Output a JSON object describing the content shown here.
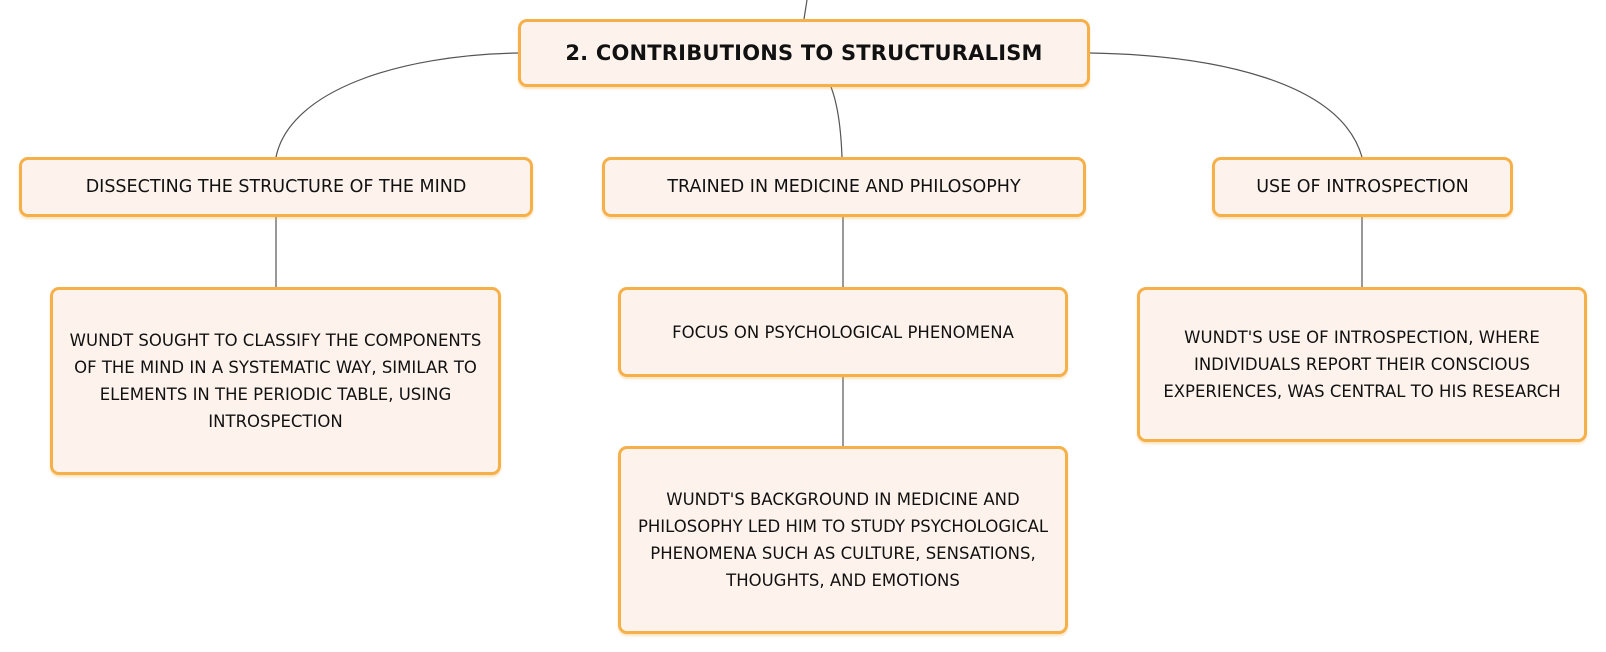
{
  "diagram": {
    "root": {
      "label": "2. CONTRIBUTIONS TO STRUCTURALISM"
    },
    "branches": [
      {
        "label": "DISSECTING THE STRUCTURE OF THE MIND",
        "details": [
          "WUNDT SOUGHT TO CLASSIFY THE COMPONENTS OF THE MIND IN A SYSTEMATIC WAY, SIMILAR TO ELEMENTS IN THE PERIODIC TABLE, USING INTROSPECTION"
        ]
      },
      {
        "label": "TRAINED IN MEDICINE AND PHILOSOPHY",
        "details": [
          "FOCUS ON PSYCHOLOGICAL PHENOMENA",
          "WUNDT'S BACKGROUND IN MEDICINE AND PHILOSOPHY LED HIM TO STUDY PSYCHOLOGICAL PHENOMENA SUCH AS CULTURE, SENSATIONS, THOUGHTS, AND EMOTIONS"
        ]
      },
      {
        "label": "USE OF INTROSPECTION",
        "details": [
          "WUNDT'S USE OF INTROSPECTION, WHERE INDIVIDUALS REPORT THEIR CONSCIOUS EXPERIENCES, WAS CENTRAL TO HIS RESEARCH"
        ]
      }
    ]
  },
  "colors": {
    "node_fill": "#fdf3ec",
    "node_border": "#f5b049",
    "connector": "#555555",
    "text": "#111111"
  }
}
